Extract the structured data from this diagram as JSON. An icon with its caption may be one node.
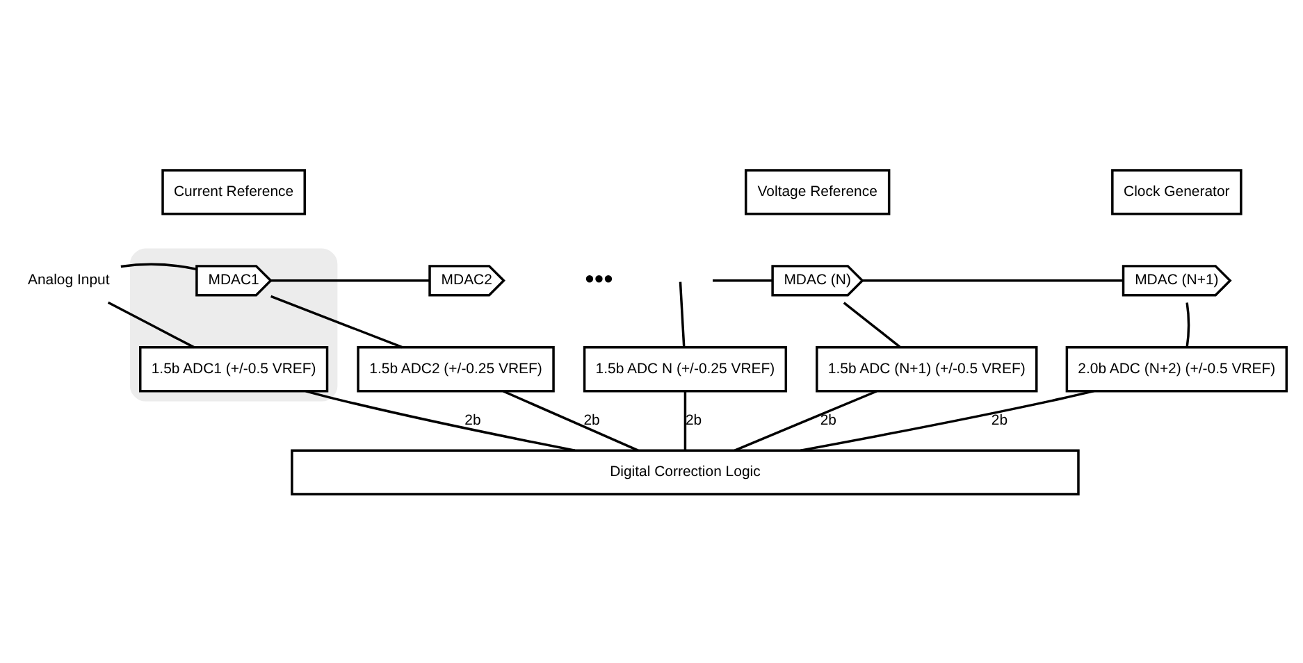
{
  "diagram": {
    "nodes": [
      {
        "text": [
          "Current Reference"
        ]
      },
      {
        "text": [
          "Voltage Reference"
        ]
      },
      {
        "text": [
          "Clock Generator"
        ]
      },
      {
        "text": [
          "Analog Input"
        ]
      },
      {
        "text": [],
        "shape": "box"
      },
      {
        "text": [
          "MDAC1"
        ],
        "in": 4
      },
      {
        "text": [
          "1.5b ADC1 (+/-0.5 VREF)"
        ],
        "in": 4
      },
      {
        "text": [
          "MDAC2"
        ]
      },
      {
        "text": [
          "1.5b ADC2 (+/-0.25 VREF)"
        ]
      },
      {
        "text": [
          "MDAC (N)"
        ]
      },
      {
        "text": [
          "1.5b ADC N (+/-0.25 VREF)"
        ]
      },
      {
        "text": [
          "MDAC (N+1)"
        ]
      },
      {
        "text": [
          "1.5b ADC (N+1) (+/-0.5 VREF)"
        ]
      },
      {
        "text": [
          "2.0b ADC (N+2) (+/-0.5 VREF)"
        ]
      },
      {
        "text": [
          "Digital Correction Logic"
        ]
      }
    ],
    "edges": [
      {
        "from": 3,
        "to": 5,
        "arrow": "none"
      },
      {
        "from": 3,
        "to": 6,
        "arrow": "none"
      },
      {
        "from": 5,
        "to": 7,
        "arrow": "none"
      },
      {
        "from": 5,
        "to": 8,
        "arrow": "none"
      },
      {
        "from": null,
        "to": 9,
        "arrow": "none"
      },
      {
        "from": null,
        "to": 10,
        "arrow": "none"
      },
      {
        "from": 9,
        "to": 11,
        "arrow": "none"
      },
      {
        "from": 9,
        "to": 12,
        "arrow": "none"
      },
      {
        "from": 11,
        "to": 13,
        "arrow": "none"
      },
      {
        "from": 6,
        "to": 14,
        "label": "2b",
        "arrow": "none"
      },
      {
        "from": 8,
        "to": 14,
        "label": "2b",
        "arrow": "none"
      },
      {
        "from": 10,
        "to": 14,
        "label": "2b",
        "arrow": "none"
      },
      {
        "from": 12,
        "to": 14,
        "label": "2b",
        "arrow": "none"
      },
      {
        "from": 13,
        "to": 14,
        "label": "2b",
        "arrow": "none"
      }
    ],
    "labels": [
      "•••"
    ]
  }
}
